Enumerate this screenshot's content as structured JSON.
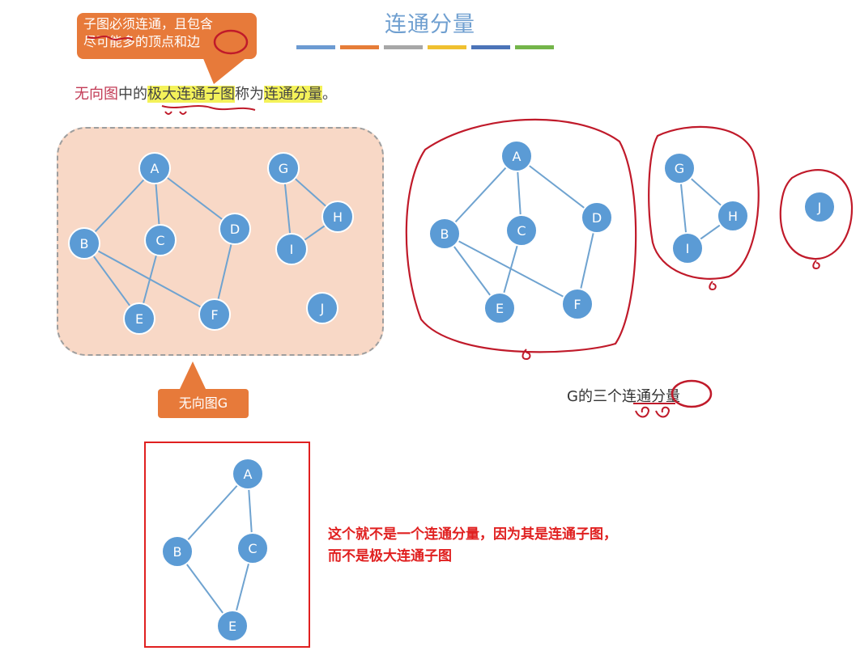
{
  "title": "连通分量",
  "title_bar_colors": [
    "#6c9bd2",
    "#e67d38",
    "#a7a7a7",
    "#f0c030",
    "#4c74b8",
    "#74b54a"
  ],
  "callout_top": {
    "line1": "子图必须连通，且包含",
    "line2": "尽可能多的顶点和边"
  },
  "definition": {
    "part1": "无向图",
    "part2": "中的",
    "part3": "极大连通子图",
    "part4": "称为",
    "part5": "连通分量",
    "part6": "。"
  },
  "callout_bottom": "无向图G",
  "three_components_label": "G的三个连通分量",
  "note": {
    "line1": "这个就不是一个连通分量，因为其是连通子图，",
    "line2": "而不是极大连通子图"
  },
  "graph_G": {
    "nodes": [
      "A",
      "B",
      "C",
      "D",
      "E",
      "F",
      "G",
      "H",
      "I",
      "J"
    ],
    "edges": [
      [
        "A",
        "B"
      ],
      [
        "A",
        "C"
      ],
      [
        "A",
        "D"
      ],
      [
        "B",
        "E"
      ],
      [
        "B",
        "F"
      ],
      [
        "C",
        "E"
      ],
      [
        "D",
        "F"
      ],
      [
        "G",
        "H"
      ],
      [
        "G",
        "I"
      ],
      [
        "H",
        "I"
      ]
    ]
  },
  "components": [
    {
      "nodes": [
        "A",
        "B",
        "C",
        "D",
        "E",
        "F"
      ],
      "edges": [
        [
          "A",
          "B"
        ],
        [
          "A",
          "C"
        ],
        [
          "A",
          "D"
        ],
        [
          "B",
          "E"
        ],
        [
          "B",
          "F"
        ],
        [
          "C",
          "E"
        ],
        [
          "D",
          "F"
        ]
      ]
    },
    {
      "nodes": [
        "G",
        "H",
        "I"
      ],
      "edges": [
        [
          "G",
          "H"
        ],
        [
          "G",
          "I"
        ],
        [
          "H",
          "I"
        ]
      ]
    },
    {
      "nodes": [
        "J"
      ],
      "edges": []
    }
  ],
  "counter_example": {
    "nodes": [
      "A",
      "B",
      "C",
      "E"
    ],
    "edges": [
      [
        "A",
        "B"
      ],
      [
        "A",
        "C"
      ],
      [
        "B",
        "E"
      ],
      [
        "C",
        "E"
      ]
    ]
  },
  "colors": {
    "node_fill": "#5b9bd5",
    "node_stroke": "#ffffff",
    "edge": "#6fa3d0",
    "annotation_red": "#c01a2a",
    "callout": "#e77a3a",
    "note_red": "#e02020"
  }
}
